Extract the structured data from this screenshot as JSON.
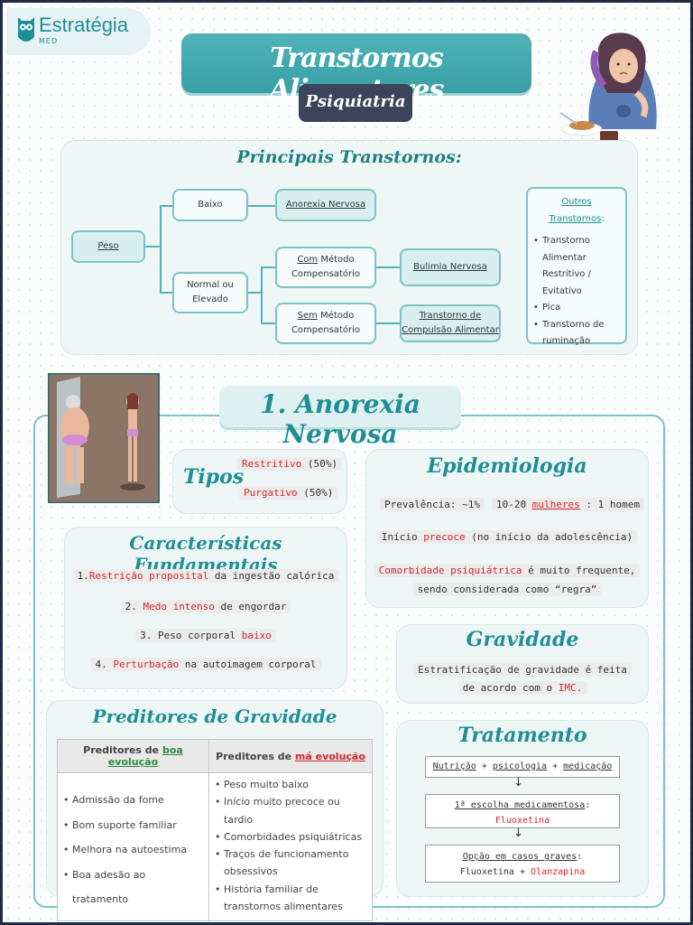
{
  "logo": {
    "brand": "Estratégia",
    "sub": "MED"
  },
  "header": {
    "title": "Transtornos Alimentares",
    "subtitle": "Psiquiatria"
  },
  "principais": {
    "title": "Principais Transtornos:",
    "peso": "Peso",
    "baixo": "Baixo",
    "normal_l1": "Normal ou",
    "normal_l2": "Elevado",
    "anorexia": "Anorexia Nervosa",
    "com_u": "Com",
    "com_rest": " Método",
    "compensatorio": "Compensatório",
    "sem_u": "Sem",
    "sem_rest": " Método",
    "bulimia": "Bulimia Nervosa",
    "tca_l1": "Transtorno de",
    "tca_l2": "Compulsão Alimentar",
    "outros_title": "Outros Transtornos",
    "outros_colon": ":",
    "outros_items": [
      {
        "l1": "Transtorno",
        "l2": "Alimentar",
        "l3": "Restritivo /",
        "l4": "Evitativo"
      },
      {
        "l1": "Pica"
      },
      {
        "l1": "Transtorno de",
        "l2": "ruminação"
      }
    ]
  },
  "section1": {
    "title": "1. Anorexia Nervosa"
  },
  "tipos": {
    "title": "Tipos",
    "restritivo": "Restritivo",
    "restritivo_pct": " (50%)",
    "purgativo": "Purgativo",
    "purgativo_pct": " (50%)"
  },
  "epidemiologia": {
    "title": "Epidemiologia",
    "prevalencia": "Prevalência: ~1%",
    "ratio_a": "10-20 ",
    "ratio_mulheres": "mulheres",
    "ratio_b": " : 1 homem",
    "inicio_a": "Início ",
    "inicio_precoce": "precoce",
    "inicio_b": " (no início da adolescência)",
    "comorb_red": "Comorbidade psiquiátrica",
    "comorb_rest": " é muito frequente,",
    "comorb_l2": "sendo considerada como “regra”"
  },
  "caracteristicas": {
    "title": "Características Fundamentais",
    "i1_num": "1.",
    "i1_red": "Restrição proposital",
    "i1_rest": " da ingestão calórica",
    "i2_num": "2. ",
    "i2_red": "Medo intenso",
    "i2_rest": " de engordar",
    "i3_num": "3. Peso corporal ",
    "i3_red": "baixo",
    "i4_num": "4. ",
    "i4_red": "Perturbação",
    "i4_rest": " na autoimagem corporal"
  },
  "gravidade": {
    "title": "Gravidade",
    "l1": "Estratificação de gravidade é feita",
    "l2a": "de acordo com o ",
    "l2_red": "IMC."
  },
  "preditores": {
    "title": "Preditores de Gravidade",
    "h_boa_a": "Preditores de ",
    "h_boa_b": "boa evolução",
    "h_ma_a": "Preditores de ",
    "h_ma_b": "má evolução",
    "boa": [
      "Admissão da fome",
      "Bom suporte familiar",
      "Melhora na autoestima",
      "Boa adesão ao tratamento"
    ],
    "ma": [
      "Peso muito baixo",
      "Início muito precoce ou tardio",
      "Comorbidades psiquiátricas",
      "Traços de funcionamento obsessivos",
      "História familiar de transtornos alimentares"
    ]
  },
  "tratamento": {
    "title": "Tratamento",
    "nutricao": "Nutrição",
    "plus": " + ",
    "psicologia": "psicologia",
    "medicacao": "medicação",
    "escolha": "1ª escolha medicamentosa",
    "colon": ":",
    "fluoxetina": "Fluoxetina",
    "graves": "Opção em casos graves",
    "fluox2": "Fluoxetina",
    "olanzapina": "Olanzapina",
    "arrow": "↓"
  },
  "colors": {
    "teal": "#1f8f96",
    "red": "#d4262d",
    "green": "#2e8b3e",
    "dark": "#3b4458"
  }
}
